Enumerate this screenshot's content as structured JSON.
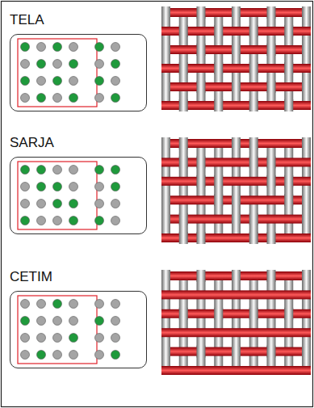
{
  "diagram": {
    "nodes": [
      {
        "text": [
          "TELA"
        ]
      },
      {
        "text": [
          "SARJA"
        ]
      },
      {
        "text": [
          "CETIM"
        ]
      }
    ]
  }
}
